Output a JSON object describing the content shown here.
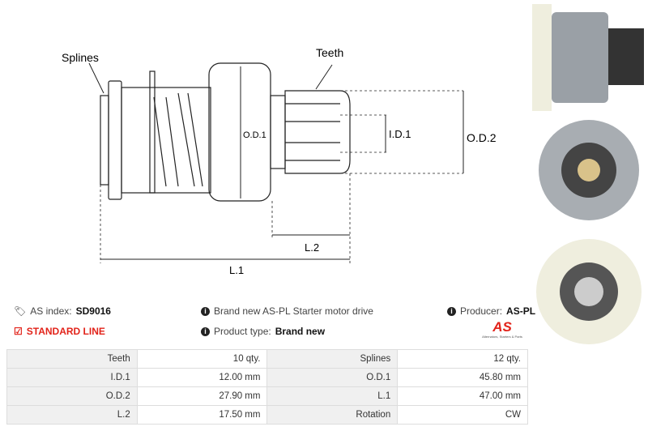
{
  "diagram": {
    "labels": {
      "splines": "Splines",
      "teeth": "Teeth",
      "od1": "O.D.1",
      "id1": "I.D.1",
      "od2": "O.D.2",
      "l2": "L.2",
      "l1": "L.1"
    }
  },
  "info": {
    "as_index_label": "AS index:",
    "as_index_value": "SD9016",
    "line": "STANDARD LINE",
    "description": "Brand new AS-PL Starter motor drive",
    "product_type_label": "Product type:",
    "product_type_value": "Brand new",
    "producer_label": "Producer:",
    "producer_value": "AS-PL",
    "logo_text": "AS",
    "logo_tagline": "Alternators, Starters & Parts"
  },
  "colors": {
    "accent": "#e2231a"
  },
  "specs": [
    [
      "Teeth",
      "10 qty.",
      "Splines",
      "12 qty."
    ],
    [
      "I.D.1",
      "12.00 mm",
      "O.D.1",
      "45.80 mm"
    ],
    [
      "O.D.2",
      "27.90 mm",
      "L.1",
      "47.00 mm"
    ],
    [
      "L.2",
      "17.50 mm",
      "Rotation",
      "CW"
    ]
  ]
}
